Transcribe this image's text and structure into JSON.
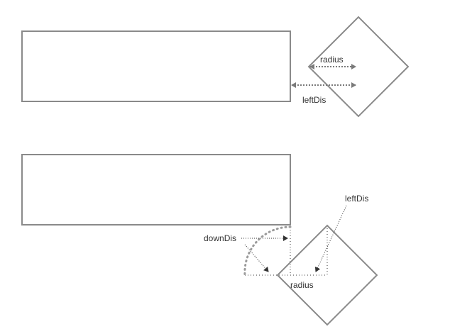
{
  "diagram": {
    "top": {
      "radius_label": "radius",
      "leftdis_label": "leftDis"
    },
    "bottom": {
      "downdis_label": "downDis",
      "leftdis_label": "leftDis",
      "radius_label": "radius"
    }
  },
  "colors": {
    "shape_stroke": "#8a8a8a",
    "arrow": "#7a7a7a",
    "dark_arrow": "#333333",
    "dotted": "#9a9a9a",
    "text": "#333333"
  }
}
